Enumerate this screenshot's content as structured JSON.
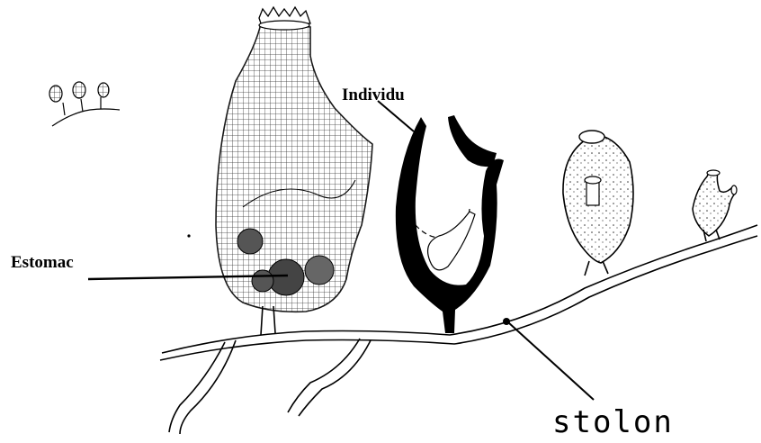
{
  "labels": {
    "individu": "Individu",
    "estomac": "Estomac",
    "stolon": "stolon"
  }
}
